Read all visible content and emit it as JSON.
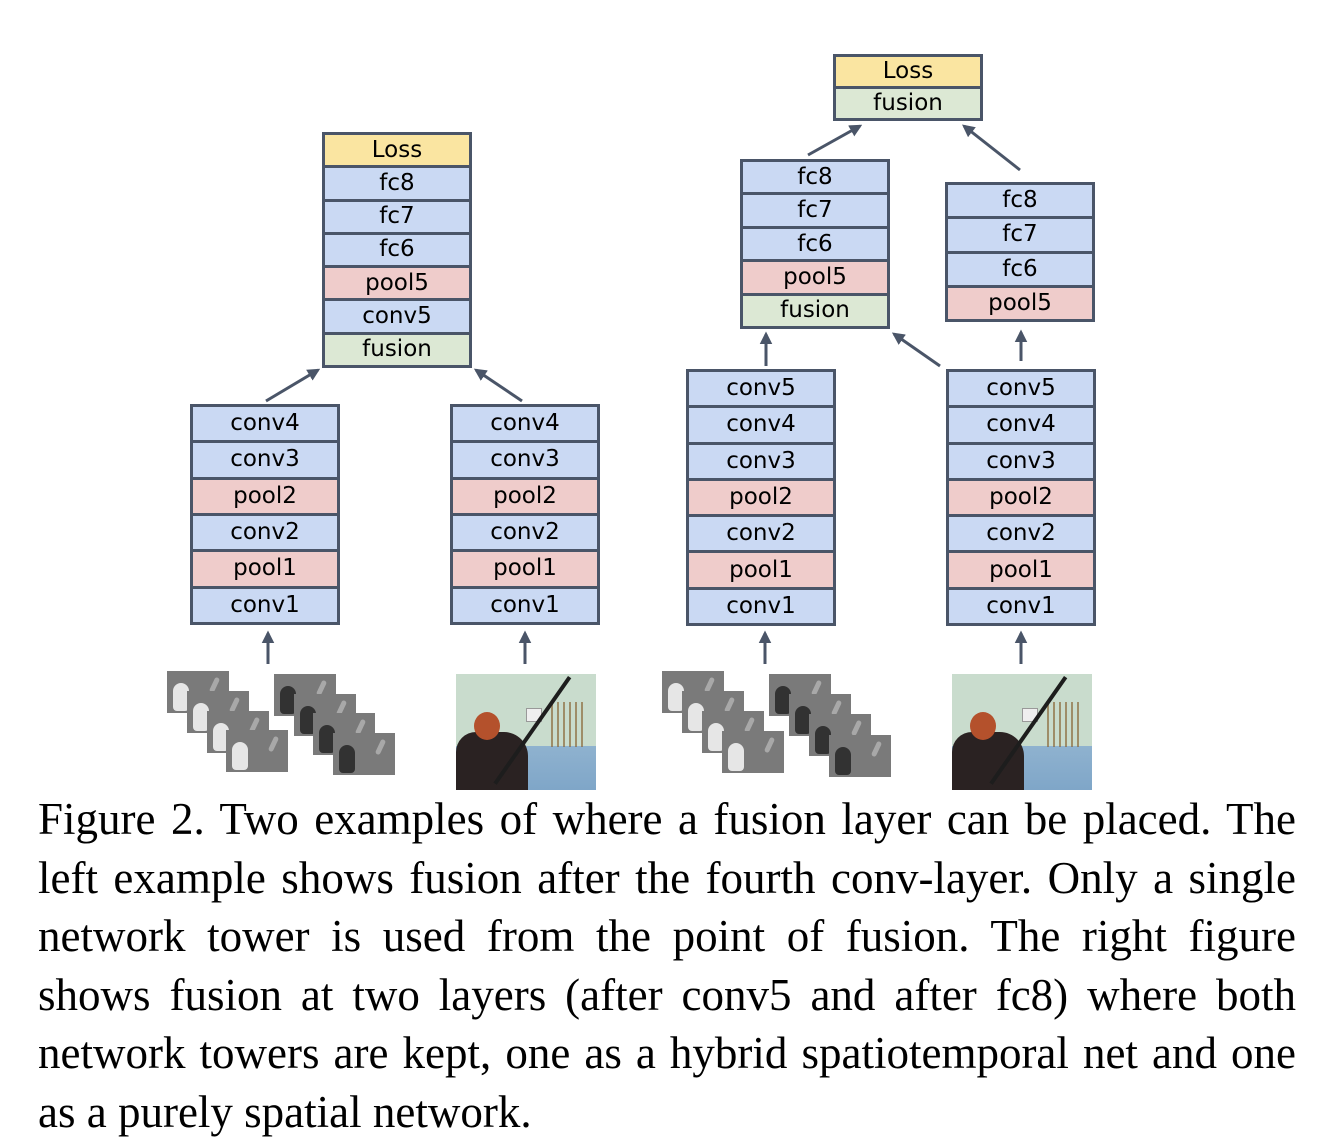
{
  "figure": {
    "left_example": {
      "fused_tower": [
        "Loss",
        "fc8",
        "fc7",
        "fc6",
        "pool5",
        "conv5",
        "fusion"
      ],
      "temporal_tower": [
        "conv4",
        "conv3",
        "pool2",
        "conv2",
        "pool1",
        "conv1"
      ],
      "spatial_tower": [
        "conv4",
        "conv3",
        "pool2",
        "conv2",
        "pool1",
        "conv1"
      ],
      "temporal_input": "optical-flow-frames",
      "spatial_input": "rgb-frame"
    },
    "right_example": {
      "top_fusion": [
        "Loss",
        "fusion"
      ],
      "hybrid_upper": [
        "fc8",
        "fc7",
        "fc6",
        "pool5",
        "fusion"
      ],
      "spatial_upper": [
        "fc8",
        "fc7",
        "fc6",
        "pool5"
      ],
      "temporal_lower": [
        "conv5",
        "conv4",
        "conv3",
        "pool2",
        "conv2",
        "pool1",
        "conv1"
      ],
      "spatial_lower": [
        "conv5",
        "conv4",
        "conv3",
        "pool2",
        "conv2",
        "pool1",
        "conv1"
      ],
      "temporal_input": "optical-flow-frames",
      "spatial_input": "rgb-frame"
    },
    "colors": {
      "conv": "#cad9f3",
      "pool": "#efcccb",
      "fusion": "#dce8d4",
      "loss": "#fae5a1",
      "border": "#4a5568",
      "arrow": "#4a5568"
    }
  },
  "caption": {
    "text": "Figure 2. Two examples of where a fusion layer can be placed. The left example shows fusion after the fourth conv-layer. Only a single network tower is used from the point of fusion. The right figure shows fusion at two layers (after conv5 and after fc8) where both network towers are kept, one as a hybrid spatiotemporal net and one as a purely spatial network."
  }
}
